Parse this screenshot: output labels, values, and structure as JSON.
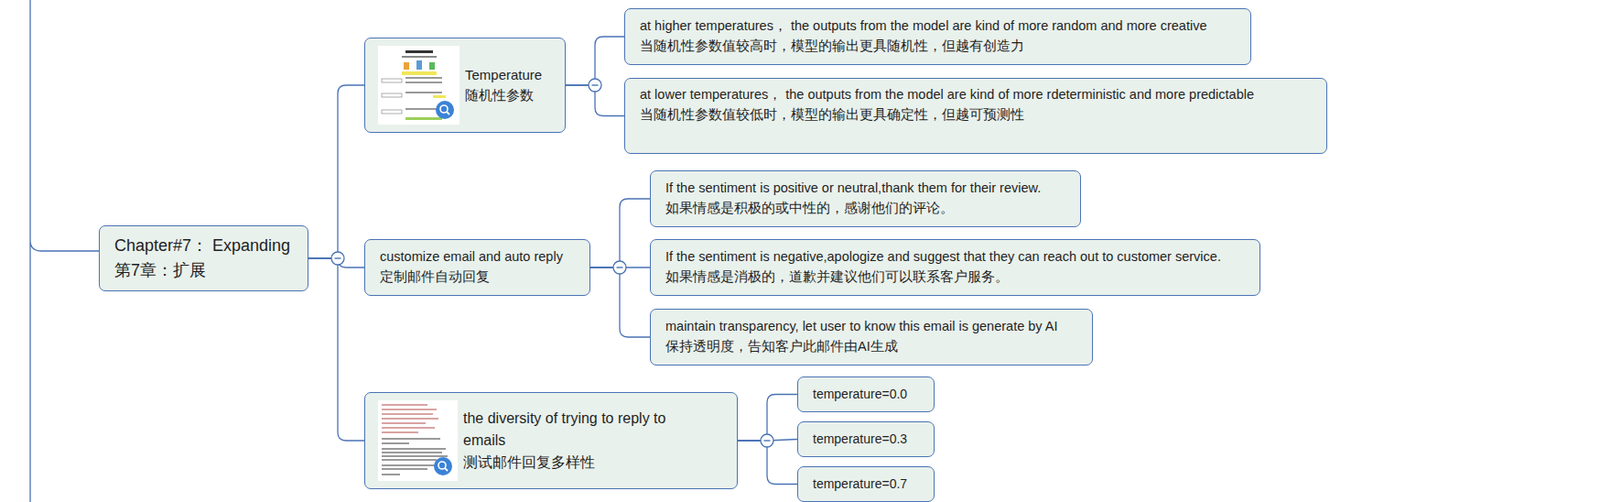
{
  "diagram": {
    "nodes": [
      {
        "text": [
          "Chapter#7： Expanding",
          "第7章：扩展"
        ]
      },
      {
        "text": [
          "Temperature",
          "随机性参数"
        ]
      },
      {
        "text": [
          "at higher temperatures， the outputs from the model are kind of more random and more creative",
          "当随机性参数值较高时，模型的输出更具随机性，但越有创造力"
        ]
      },
      {
        "text": [
          "at lower temperatures， the outputs from the model are kind of more rdeterministic and more predictable",
          "当随机性参数值较低时，模型的输出更具确定性，但越可预测性"
        ]
      },
      {
        "text": [
          "customize email and auto reply",
          "定制邮件自动回复"
        ]
      },
      {
        "text": [
          "If the sentiment is positive or neutral,thank them for their review.",
          "如果情感是积极的或中性的，感谢他们的评论。"
        ]
      },
      {
        "text": [
          "If the sentiment is negative,apologize and suggest that they can reach out to customer service.",
          "如果情感是消极的，道歉并建议他们可以联系客户服务。"
        ]
      },
      {
        "text": [
          "maintain transparency, let user to know this email is generate by AI",
          "保持透明度，告知客户此邮件由AI生成"
        ]
      },
      {
        "text": [
          "the diversity of trying to reply to emails",
          "测试邮件回复多样性"
        ]
      },
      {
        "text": [
          "temperature=0.0"
        ]
      },
      {
        "text": [
          "temperature=0.3"
        ]
      },
      {
        "text": [
          "temperature=0.7"
        ]
      }
    ],
    "edges": [
      {
        "from": 0,
        "to": 1,
        "arrow": "none"
      },
      {
        "from": 0,
        "to": 4,
        "arrow": "none"
      },
      {
        "from": 0,
        "to": 8,
        "arrow": "none"
      },
      {
        "from": 1,
        "to": 2,
        "arrow": "none"
      },
      {
        "from": 1,
        "to": 3,
        "arrow": "none"
      },
      {
        "from": 4,
        "to": 5,
        "arrow": "none"
      },
      {
        "from": 4,
        "to": 6,
        "arrow": "none"
      },
      {
        "from": 4,
        "to": 7,
        "arrow": "none"
      },
      {
        "from": 8,
        "to": 9,
        "arrow": "none"
      },
      {
        "from": 8,
        "to": 10,
        "arrow": "none"
      },
      {
        "from": 8,
        "to": 11,
        "arrow": "none"
      }
    ]
  }
}
